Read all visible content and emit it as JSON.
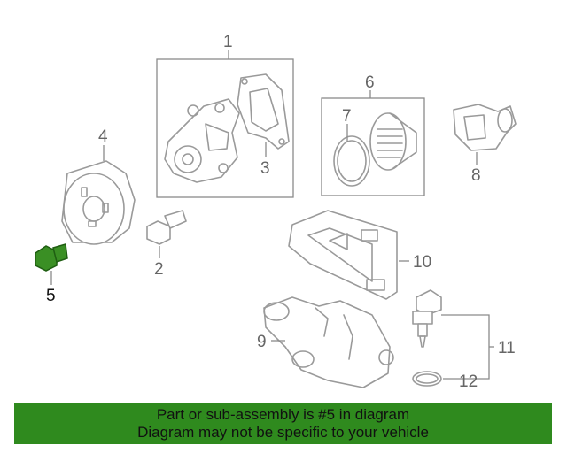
{
  "callouts": {
    "c1": "1",
    "c2": "2",
    "c3": "3",
    "c4": "4",
    "c5": "5",
    "c6": "6",
    "c7": "7",
    "c8": "8",
    "c9": "9",
    "c10": "10",
    "c11": "11",
    "c12": "12"
  },
  "highlight": {
    "part": "5",
    "color": "#3a8f24"
  },
  "banner": {
    "line1": "Part or sub-assembly is #5 in diagram",
    "line2": "Diagram may not be specific to your vehicle",
    "color": "#2f8a1e"
  }
}
